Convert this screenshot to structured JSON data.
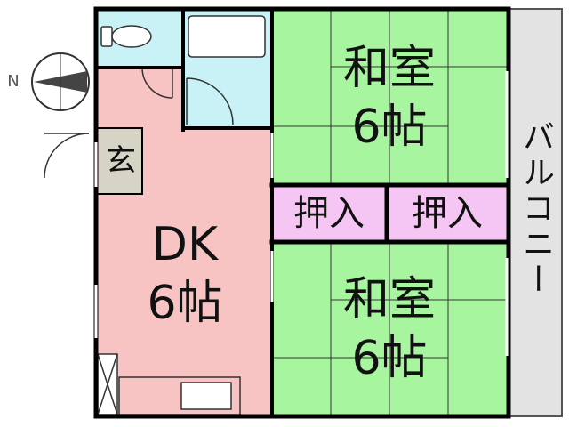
{
  "compass": {
    "north_label": "N"
  },
  "rooms": {
    "washitsu_top": {
      "line1": "和室",
      "line2": "6帖"
    },
    "washitsu_bottom": {
      "line1": "和室",
      "line2": "6帖"
    },
    "dk": {
      "line1": "DK",
      "line2": "6帖"
    },
    "genkan": {
      "label": "玄"
    },
    "oshiire_left": {
      "label": "押入"
    },
    "oshiire_right": {
      "label": "押入"
    },
    "balcony": {
      "label": "バルコニー"
    }
  },
  "colors": {
    "tatami": "#a8f5a0",
    "dk_floor": "#f7c3c3",
    "wet_area": "#c9f2f7",
    "closet": "#f5c6f3",
    "genkan": "#d6d4c4",
    "balcony": "#e3e3e3",
    "wall": "#000000"
  }
}
